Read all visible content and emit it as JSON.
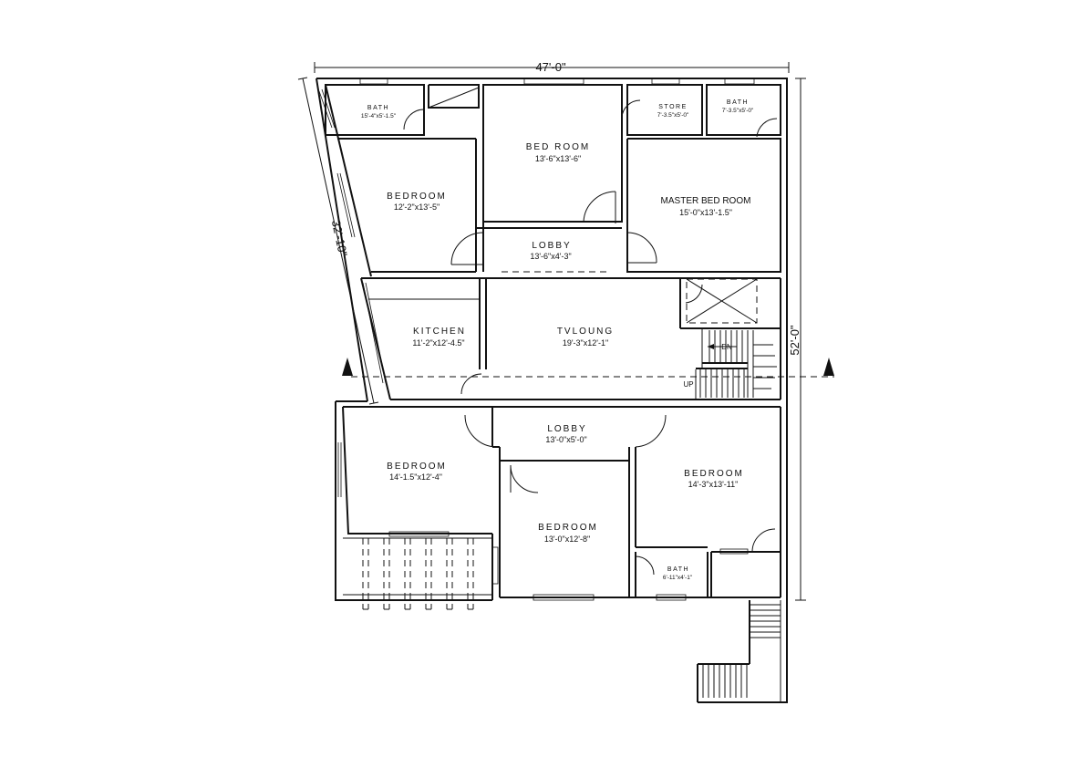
{
  "dimensions": {
    "width": "47'-0\"",
    "left_side": "32'-10\"",
    "right_side": "52'-0\""
  },
  "rooms": {
    "bath_top_left": {
      "name": "BATH",
      "size": "15'-4\"x5'-1.5\""
    },
    "bed_room_top": {
      "name": "BED ROOM",
      "size": "13'-6\"x13'-6\""
    },
    "store": {
      "name": "STORE",
      "size": "7'-3.5\"x5'-0\""
    },
    "bath_top_right": {
      "name": "BATH",
      "size": "7'-3.5\"x5'-0\""
    },
    "bedroom_left": {
      "name": "BEDROOM",
      "size": "12'-2\"x13'-5\""
    },
    "master_bed_room": {
      "name": "MASTER BED ROOM",
      "size": "15'-0\"x13'-1.5\""
    },
    "lobby_top": {
      "name": "LOBBY",
      "size": "13'-6\"x4'-3\""
    },
    "kitchen": {
      "name": "KITCHEN",
      "size": "11'-2\"x12'-4.5\""
    },
    "tv_lounge": {
      "name": "TVLOUNG",
      "size": "19'-3\"x12'-1\""
    },
    "lobby_bottom": {
      "name": "LOBBY",
      "size": "13'-0\"x5'-0\""
    },
    "bedroom_bottom_left": {
      "name": "BEDROOM",
      "size": "14'-1.5\"x12'-4\""
    },
    "bedroom_bottom_right": {
      "name": "BEDROOM",
      "size": "14'-3\"x13'-11\""
    },
    "bedroom_bottom_center": {
      "name": "BEDROOM",
      "size": "13'-0\"x12'-8\""
    },
    "bath_bottom": {
      "name": "BATH",
      "size": "6'-11\"x4'-1\""
    }
  },
  "stairs": {
    "down": "DN",
    "up": "UP"
  }
}
